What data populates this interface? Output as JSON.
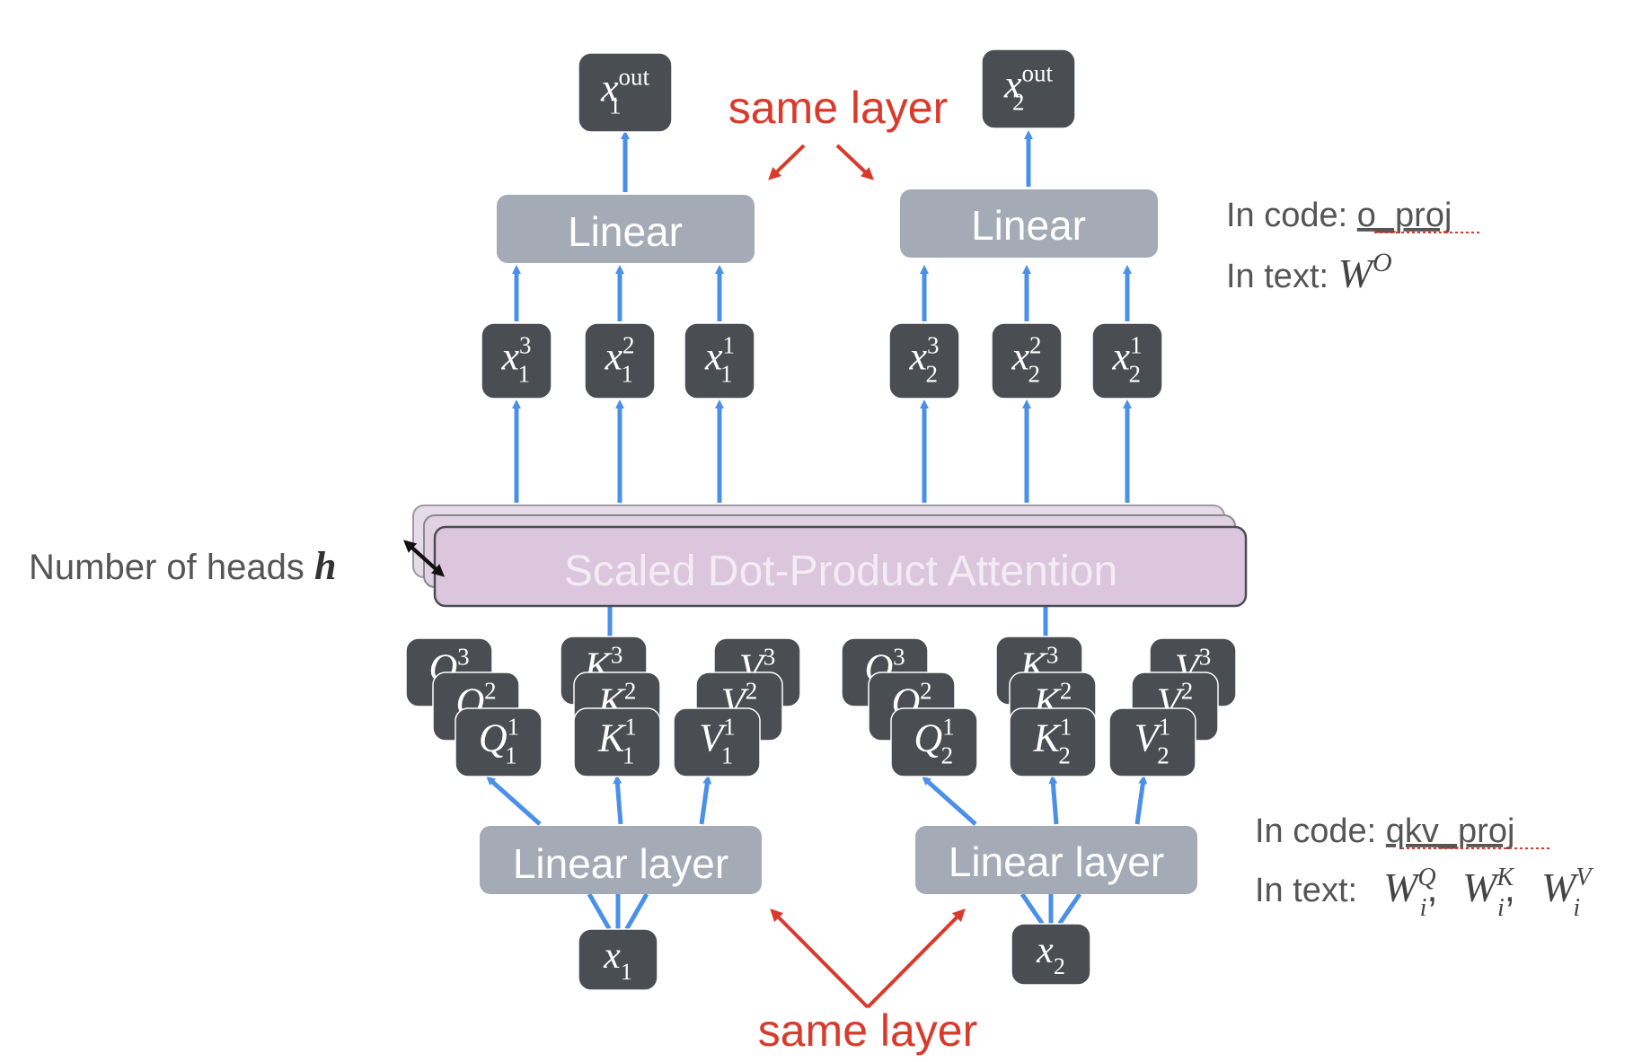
{
  "colors": {
    "node_fill": "#4a4d52",
    "linear_fill": "#a4aab6",
    "attention_fill": "#dcc6de",
    "attention_text": "#f4ecf5",
    "arrow_blue": "#4a90e8",
    "annotation_red": "#d93a2b",
    "annotation_text": "#555555"
  },
  "inputs": [
    {
      "base": "x",
      "sub": "1"
    },
    {
      "base": "x",
      "sub": "2"
    }
  ],
  "linear_layer_label": "Linear layer",
  "linear_out_label": "Linear",
  "attention_label": "Scaled Dot-Product Attention",
  "heads_label": "Number of heads",
  "heads_symbol": "h",
  "same_layer_label": "same layer",
  "qkv_groups": [
    {
      "q": [
        {
          "base": "Q",
          "sup": "3",
          "sub": ""
        },
        {
          "base": "Q",
          "sup": "2",
          "sub": ""
        },
        {
          "base": "Q",
          "sup": "1",
          "sub": "1"
        }
      ],
      "k": [
        {
          "base": "K",
          "sup": "3",
          "sub": ""
        },
        {
          "base": "K",
          "sup": "2",
          "sub": ""
        },
        {
          "base": "K",
          "sup": "1",
          "sub": "1"
        }
      ],
      "v": [
        {
          "base": "V",
          "sup": "3",
          "sub": ""
        },
        {
          "base": "V",
          "sup": "2",
          "sub": ""
        },
        {
          "base": "V",
          "sup": "1",
          "sub": "1"
        }
      ]
    },
    {
      "q": [
        {
          "base": "Q",
          "sup": "3",
          "sub": ""
        },
        {
          "base": "Q",
          "sup": "2",
          "sub": ""
        },
        {
          "base": "Q",
          "sup": "1",
          "sub": "2"
        }
      ],
      "k": [
        {
          "base": "K",
          "sup": "3",
          "sub": ""
        },
        {
          "base": "K",
          "sup": "2",
          "sub": ""
        },
        {
          "base": "K",
          "sup": "1",
          "sub": "2"
        }
      ],
      "v": [
        {
          "base": "V",
          "sup": "3",
          "sub": ""
        },
        {
          "base": "V",
          "sup": "2",
          "sub": ""
        },
        {
          "base": "V",
          "sup": "1",
          "sub": "2"
        }
      ]
    }
  ],
  "head_outputs": [
    [
      {
        "base": "x",
        "sup": "3",
        "sub": "1"
      },
      {
        "base": "x",
        "sup": "2",
        "sub": "1"
      },
      {
        "base": "x",
        "sup": "1",
        "sub": "1"
      }
    ],
    [
      {
        "base": "x",
        "sup": "3",
        "sub": "2"
      },
      {
        "base": "x",
        "sup": "2",
        "sub": "2"
      },
      {
        "base": "x",
        "sup": "1",
        "sub": "2"
      }
    ]
  ],
  "outputs": [
    {
      "base": "x",
      "sup": "out",
      "sub": "1"
    },
    {
      "base": "x",
      "sup": "out",
      "sub": "2"
    }
  ],
  "annotations": {
    "top": {
      "code_prefix": "In code: ",
      "code": "o_proj",
      "text_prefix": "In text: ",
      "math_base": "W",
      "math_sup": "O"
    },
    "bottom": {
      "code_prefix": "In code: ",
      "code": "qkv_proj",
      "text_prefix": "In text: ",
      "math": [
        {
          "base": "W",
          "sup": "Q",
          "sub": "i"
        },
        {
          "base": "W",
          "sup": "K",
          "sub": "i"
        },
        {
          "base": "W",
          "sup": "V",
          "sub": "i"
        }
      ]
    }
  }
}
